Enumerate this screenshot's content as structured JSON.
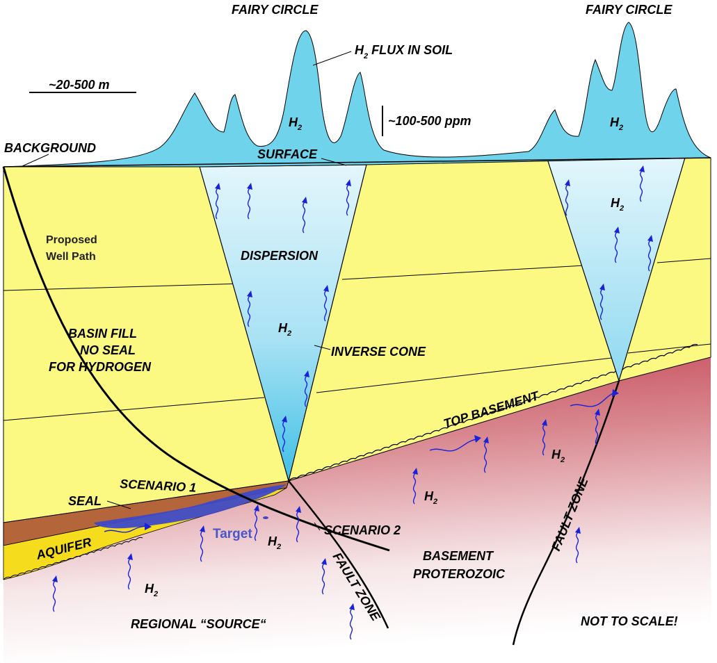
{
  "labels": {
    "fairy_circle_left": "FAIRY CIRCLE",
    "fairy_circle_right": "FAIRY CIRCLE",
    "h2_flux_main": "H",
    "h2_flux_sub": "2",
    "h2_flux_rest": " FLUX IN SOIL",
    "scale_bar": "~20-500 m",
    "ppm": "~100-500 ppm",
    "background": "BACKGROUND",
    "surface": "SURFACE",
    "proposed_well_1": "Proposed",
    "proposed_well_2": "Well Path",
    "dispersion": "DISPERSION",
    "basin_fill_1": "BASIN FILL",
    "basin_fill_2": "NO SEAL",
    "basin_fill_3": "FOR HYDROGEN",
    "inverse_cone": "INVERSE CONE",
    "top_basement": "TOP BASEMENT",
    "scenario_1": "SCENARIO 1",
    "seal": "SEAL",
    "target": "Target",
    "scenario_2": "SCENARIO 2",
    "aquifer": "AQUIFER",
    "basement_1": "BASEMENT",
    "basement_2": "PROTEROZOIC",
    "fault_zone_1": "FAULT ZONE",
    "fault_zone_2": "FAULT ZONE",
    "regional_source": "REGIONAL “SOURCE“",
    "not_to_scale": "NOT TO SCALE!",
    "h": "H",
    "two": "2"
  },
  "colors": {
    "basin_fill": "#fbf982",
    "cone_top": "#dff4fb",
    "cone_bottom": "#49c2e8",
    "soil_flux": "#6fd3ec",
    "basement_top": "#c9545f",
    "basement_bottom": "#ffffff",
    "seal": "#b5653a",
    "aquifer": "#f5dc1c",
    "target": "#3f49c8",
    "h2_arrow": "#1a22d8"
  }
}
